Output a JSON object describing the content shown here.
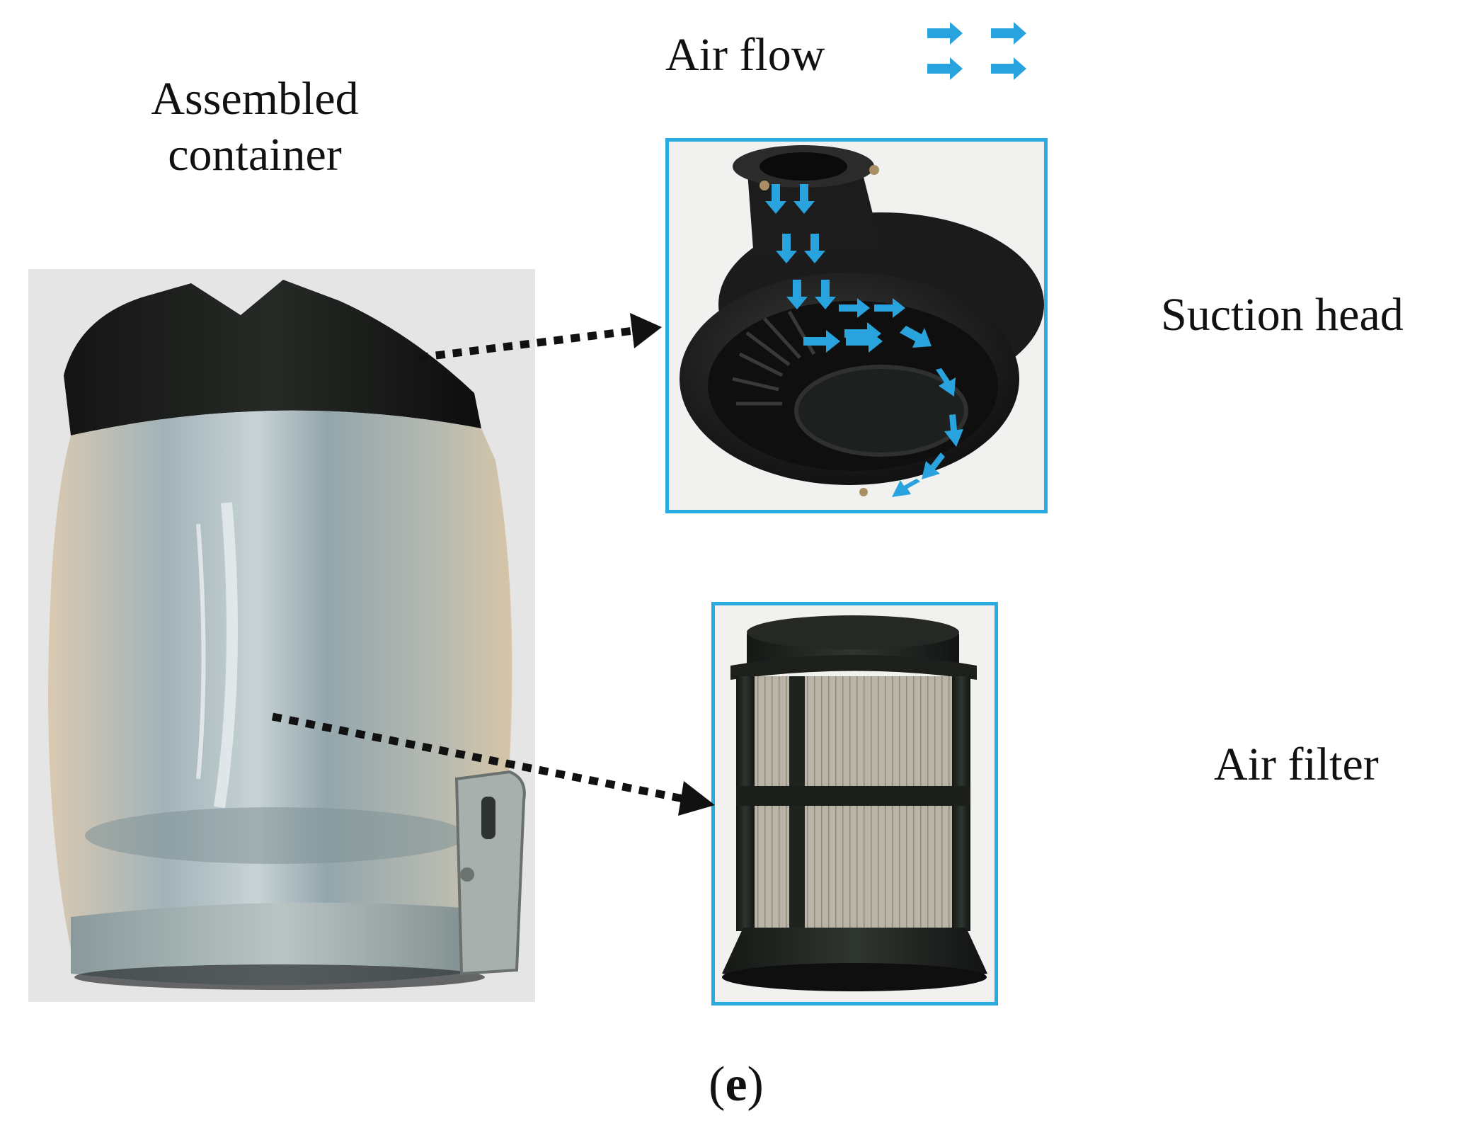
{
  "labels": {
    "assembled_line1": "Assembled",
    "assembled_line2": "container",
    "air_flow": "Air flow",
    "suction_head": "Suction head",
    "air_filter": "Air filter"
  },
  "caption": {
    "open": "(",
    "letter": "e",
    "close": ")"
  },
  "colors": {
    "frame_border": "#29ABE2",
    "flow_arrow": "#29A3DD",
    "pointer_arrow": "#111111"
  },
  "icons": {
    "air_flow_legend": "blue-right-arrows-icon",
    "pointer": "dotted-arrow-icon"
  }
}
